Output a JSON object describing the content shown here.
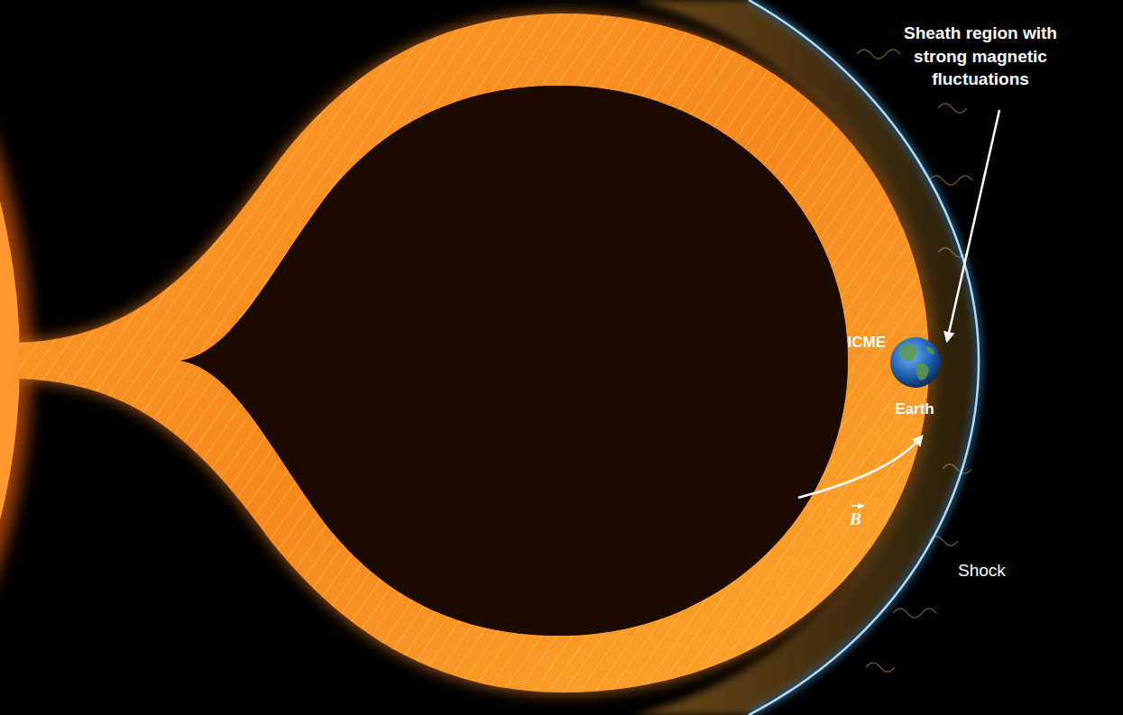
{
  "diagram": {
    "labels": [
      "Sheath region with strong magnetic fluctuations",
      "ICME",
      "Earth",
      "B",
      "Shock"
    ]
  }
}
